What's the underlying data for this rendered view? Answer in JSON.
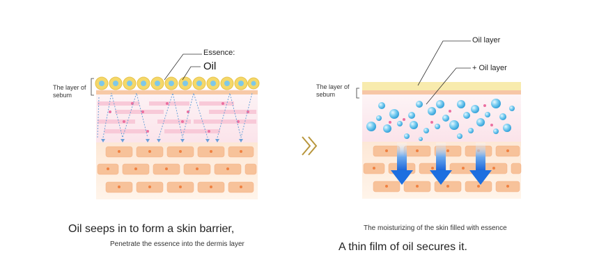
{
  "left_panel": {
    "sebum_label": "The layer of sebum",
    "label_essence": "Essence:",
    "label_oil": "Oil",
    "caption_main": "Oil seeps in to form a skin barrier,",
    "caption_sub": "Penetrate the essence into the dermis layer"
  },
  "right_panel": {
    "sebum_label": "The layer of sebum",
    "label_oil_layer": "Oil layer",
    "label_plus_oil_layer": "+ Oil layer",
    "caption_sub": "The moisturizing of the skin filled with essence",
    "caption_main": "A thin film of oil secures it."
  },
  "colors": {
    "sebum_yellow": "#f7e79a",
    "oil_bead": "#f4d86a",
    "essence_blue": "#5ab8e6",
    "cell_orange": "#f5b98c",
    "arrow_blue": "#1c6fe0",
    "transition_gold": "#b8963c",
    "pink_band": "#f8c9d8"
  }
}
